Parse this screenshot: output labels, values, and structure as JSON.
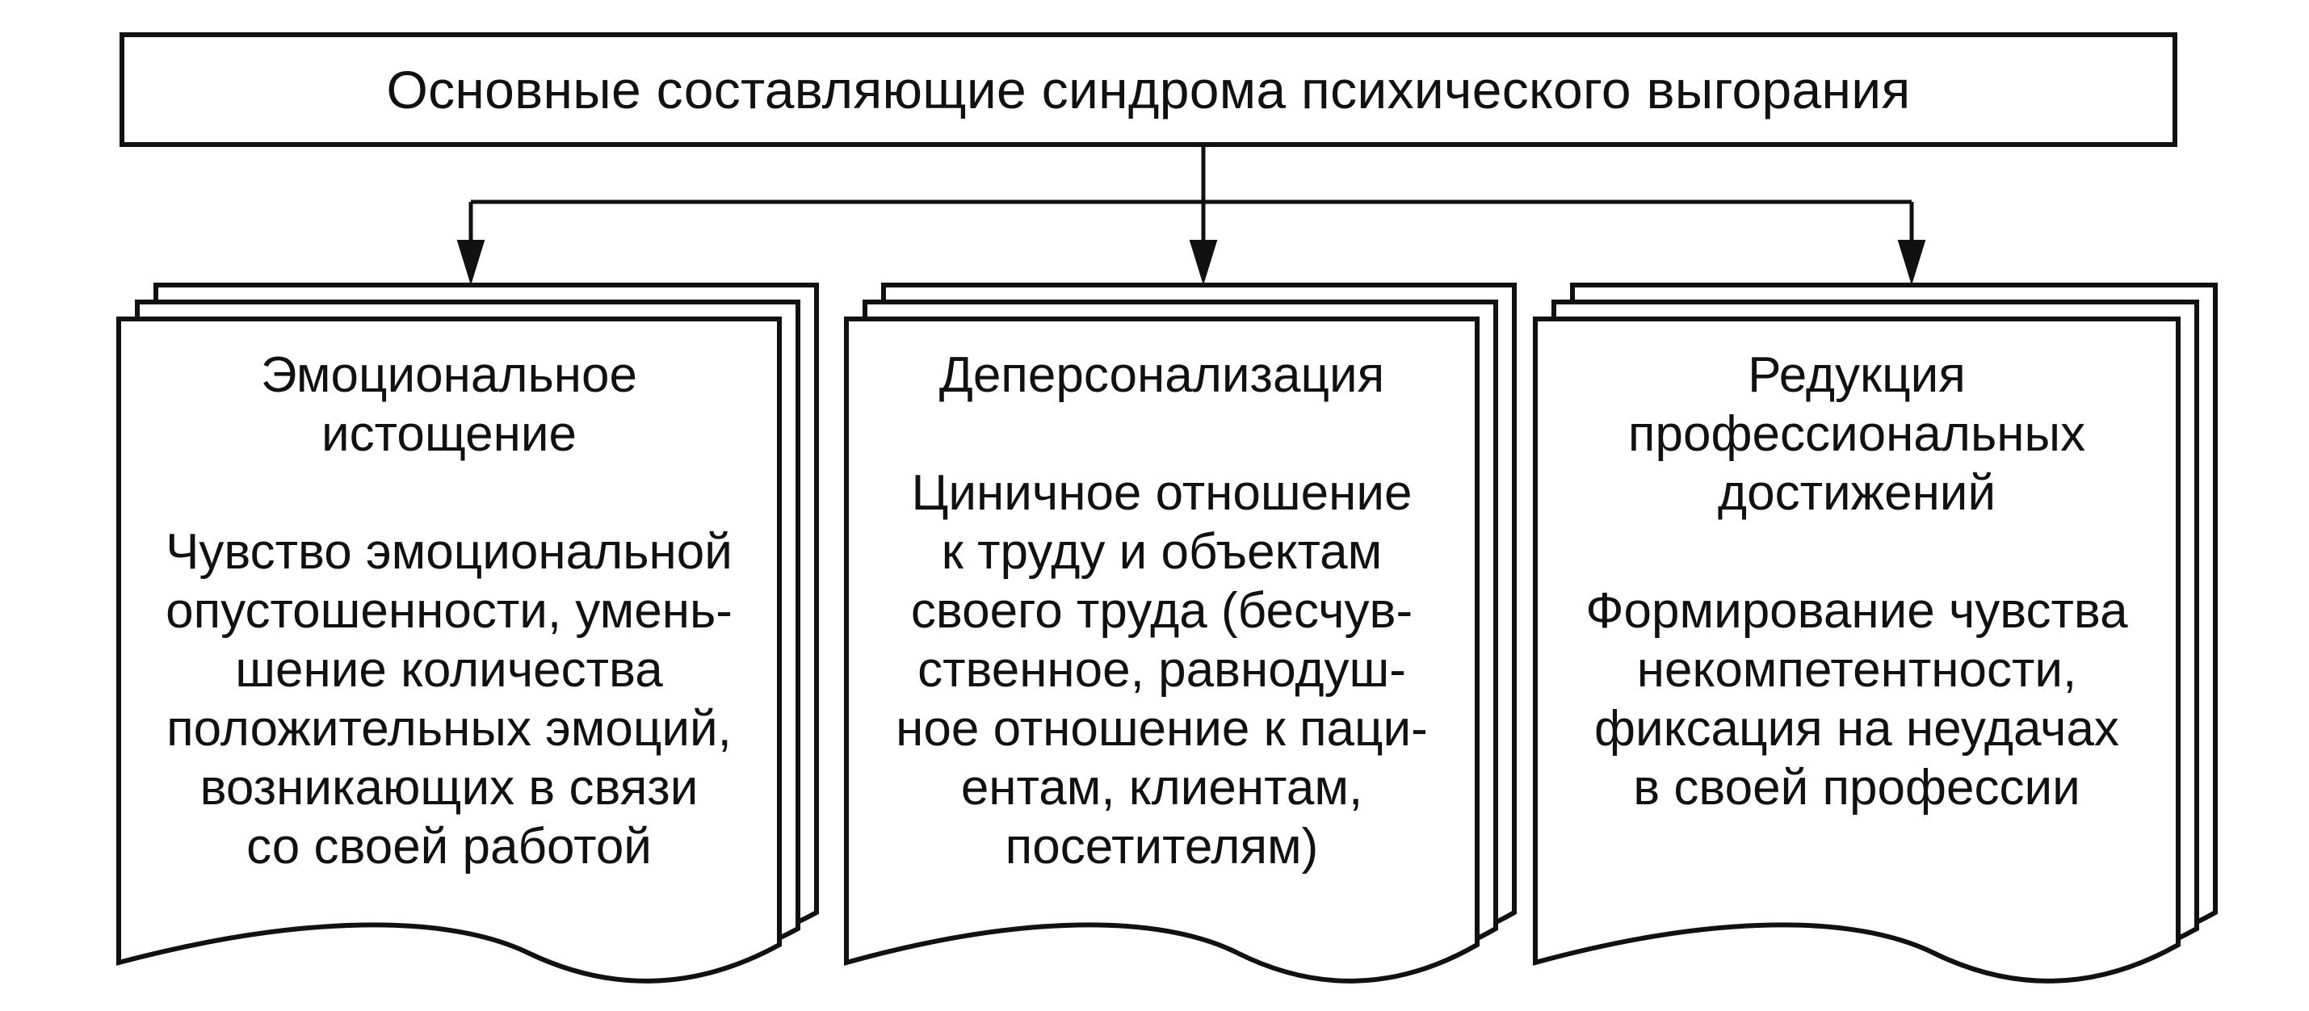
{
  "diagram": {
    "title": "Основные составляющие синдрома психического выгорания",
    "components": [
      {
        "heading": [
          "Эмоциональное",
          "истощение"
        ],
        "description": [
          "Чувство эмоциональной",
          "опустошенности, умень-",
          "шение количества",
          "положительных эмоций,",
          "возникающих в связи",
          "со своей работой"
        ]
      },
      {
        "heading": [
          "Деперсонализация"
        ],
        "description": [
          "Циничное отношение",
          "к труду и объектам",
          "своего труда (бесчув-",
          "ственное, равнодуш-",
          "ное отношение к паци-",
          "ентам, клиентам,",
          "посетителям)"
        ]
      },
      {
        "heading": [
          "Редукция",
          "профессиональных",
          "достижений"
        ],
        "description": [
          "Формирование чувства",
          "некомпетентности,",
          "фиксация на неудачах",
          "в своей профессии"
        ]
      }
    ]
  }
}
